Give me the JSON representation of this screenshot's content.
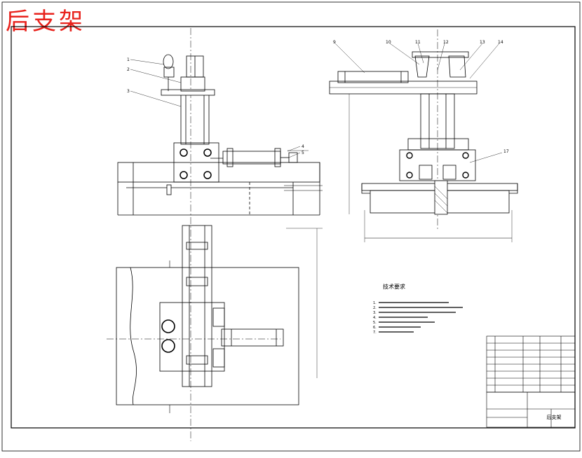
{
  "title_stamp": "后支架",
  "stamp_color": "#e8221c",
  "line_color": "#000000",
  "callouts_front": [
    "1",
    "2",
    "3",
    "4",
    "5"
  ],
  "callouts_side": [
    "9",
    "10",
    "11",
    "12",
    "13",
    "14",
    "17"
  ],
  "tech_notes": {
    "heading": "技术要求",
    "items": [
      "1.",
      "2.",
      "3.",
      "4.",
      "5.",
      "6.",
      "7."
    ]
  },
  "title_block": {
    "name": "后支架"
  }
}
